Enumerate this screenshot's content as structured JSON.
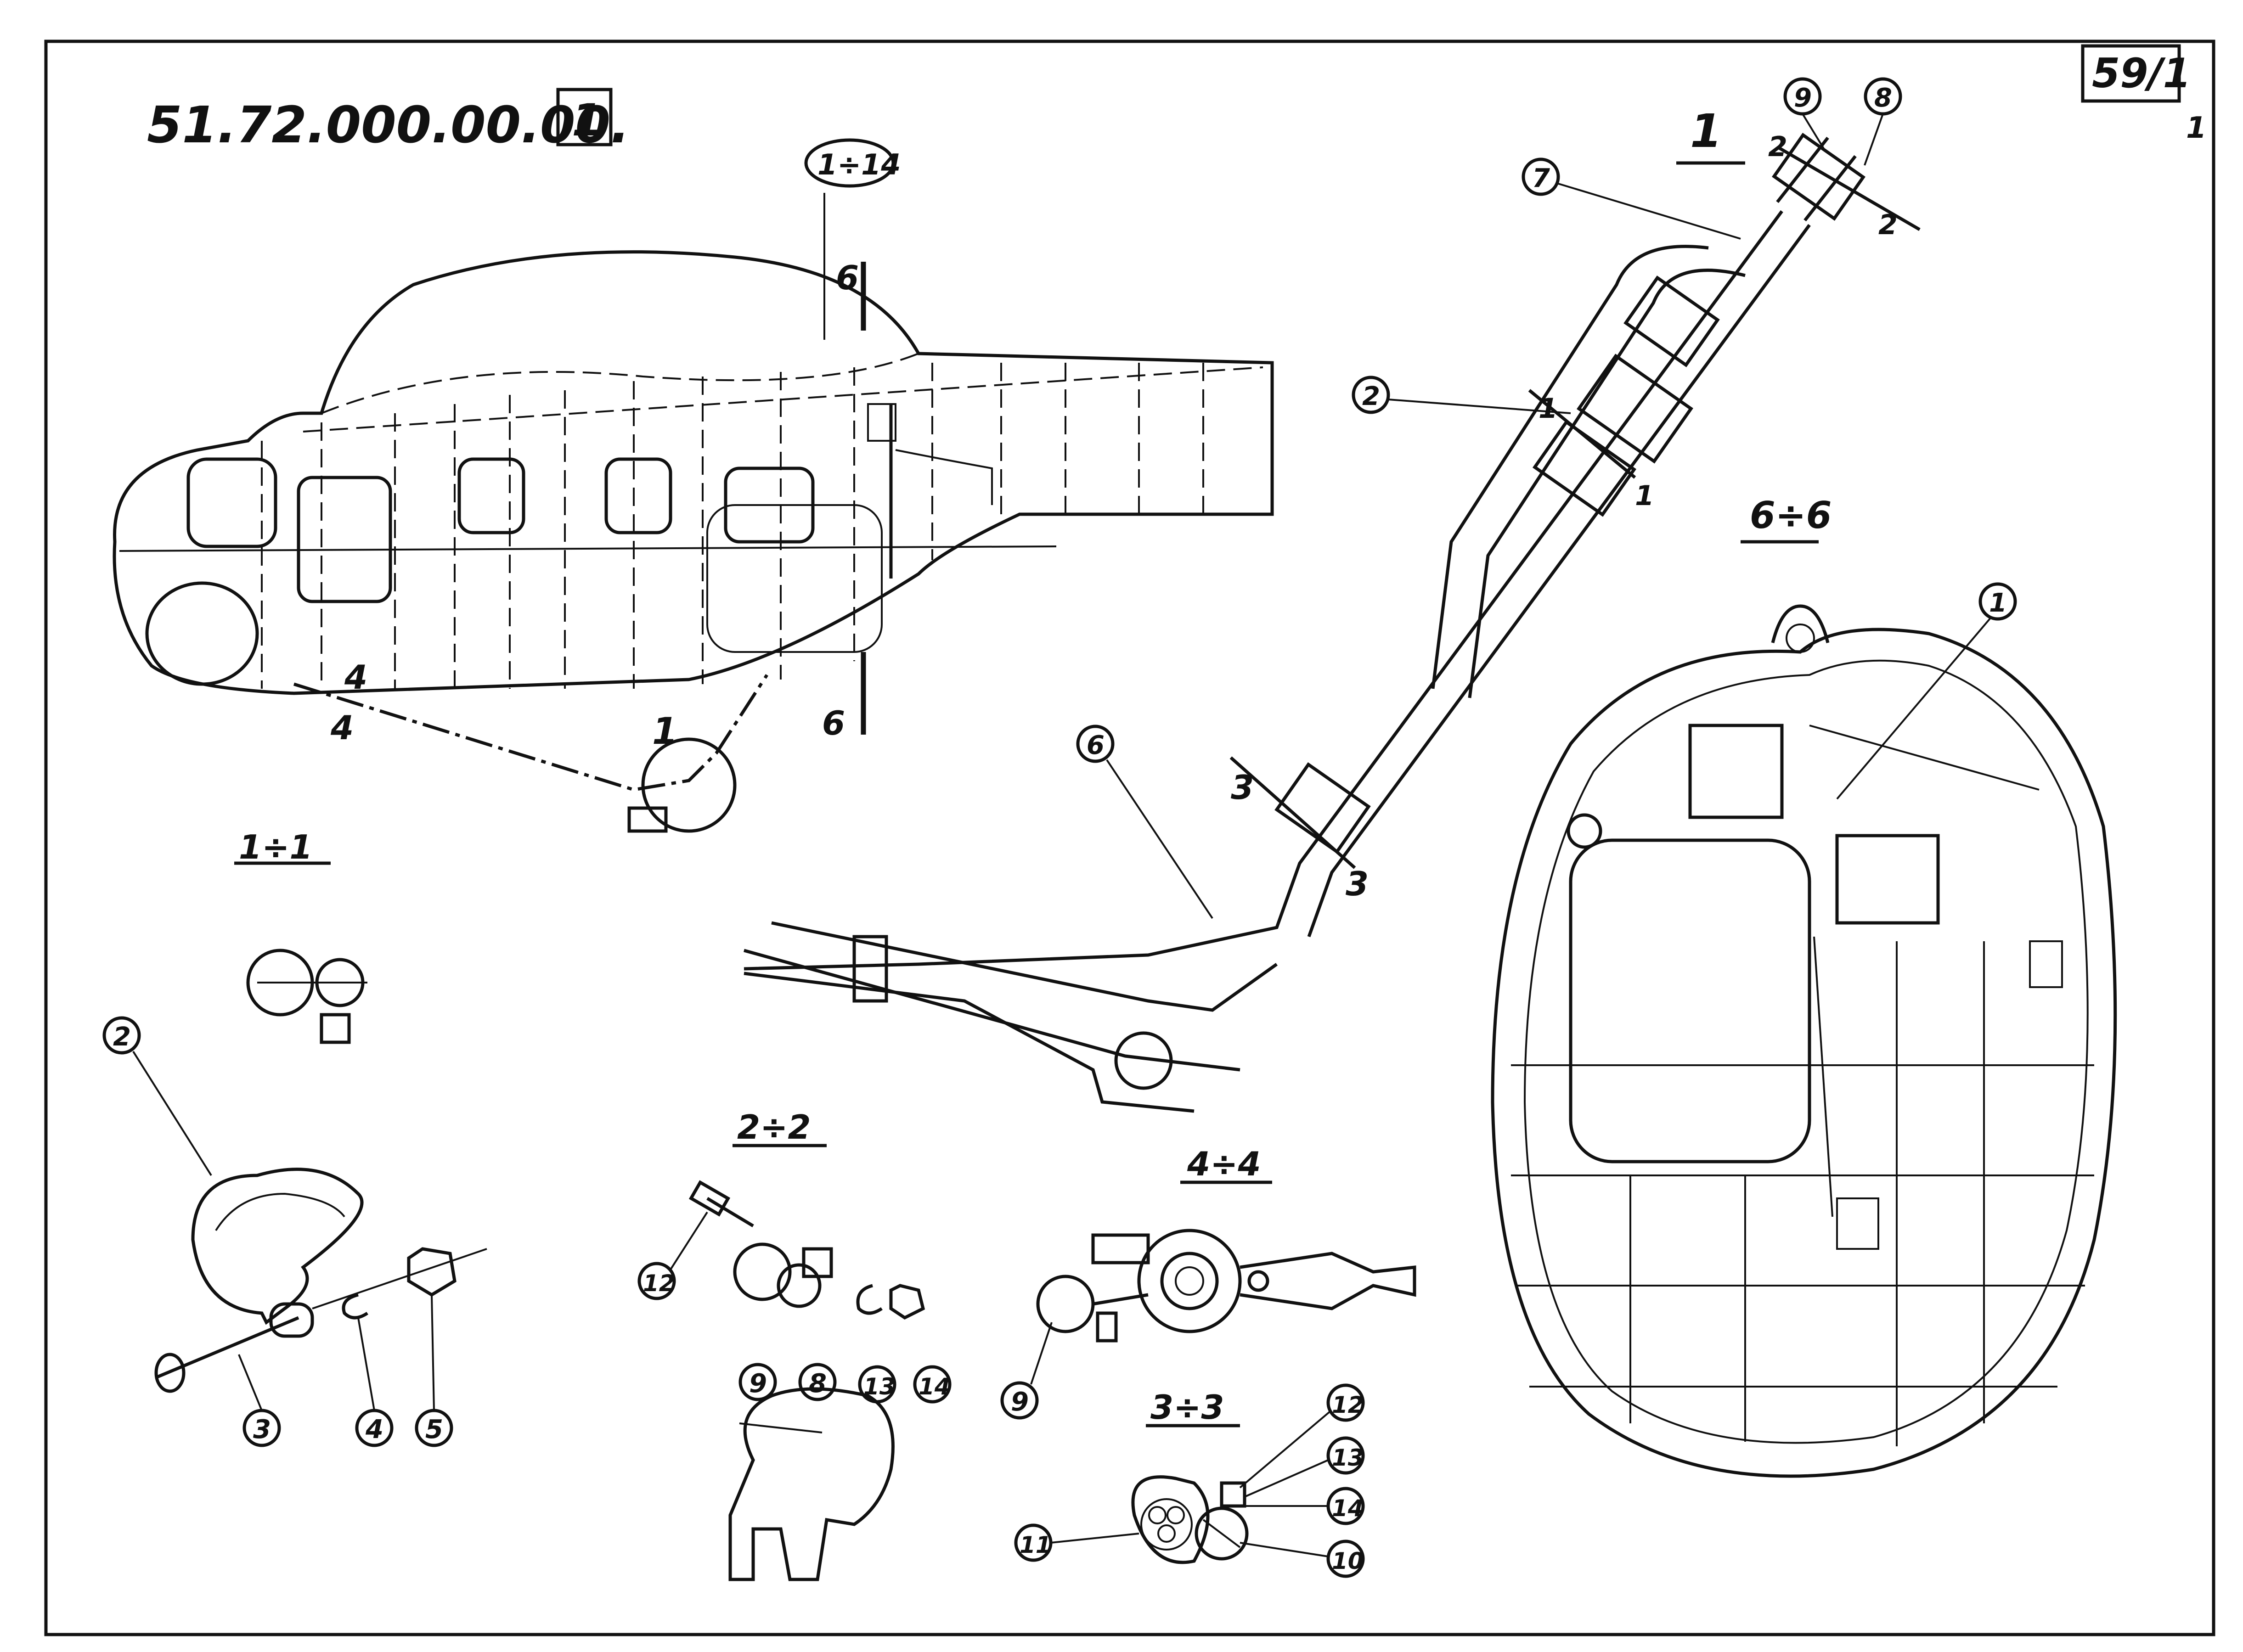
{
  "sheet": {
    "drawing_number": "51.72.000.00.00.",
    "page_box": "1",
    "page_number": "59/1",
    "page_subnumber": "1"
  },
  "views": {
    "overall_callout": "1÷14",
    "section_6": "6",
    "section_4": "4",
    "detail_1": "1",
    "detail_1_title": "1",
    "section_1_1": "1÷1",
    "section_2_2": "2÷2",
    "section_3_3": "3÷3",
    "section_4_4": "4÷4",
    "section_6_6": "6÷6",
    "cut_1": "1",
    "cut_2": "2",
    "cut_3": "3"
  },
  "callouts": {
    "c1": "1",
    "c2": "2",
    "c3": "3",
    "c4": "4",
    "c5": "5",
    "c6": "6",
    "c7": "7",
    "c8": "8",
    "c9": "9",
    "c10": "10",
    "c11": "11",
    "c12": "12",
    "c13": "13",
    "c14": "14"
  }
}
